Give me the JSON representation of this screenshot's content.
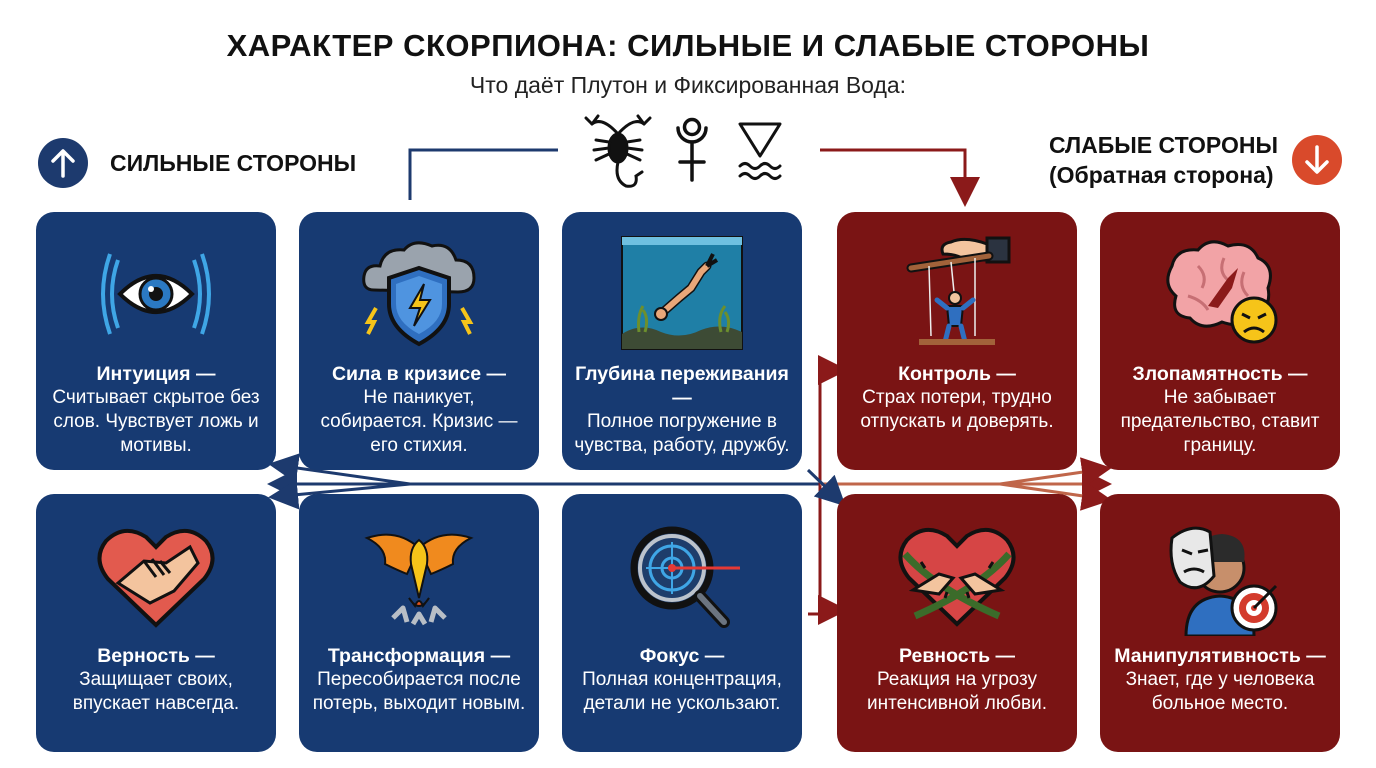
{
  "title": "ХАРАКТЕР СКОРПИОНА: СИЛЬНЫЕ И СЛАБЫЕ СТОРОНЫ",
  "subtitle": "Что даёт Плутон и Фиксированная Вода:",
  "strong": {
    "label": "СИЛЬНЫЕ СТОРОНЫ",
    "color": "#173a72",
    "cards": [
      {
        "icon": "eye-icon",
        "title": "Интуиция —",
        "desc": "Считывает скрытое без слов. Чувствует ложь и мотивы."
      },
      {
        "icon": "storm-shield-icon",
        "title": "Сила в кризисе —",
        "desc": "Не паникует, собирается. Кризис — его стихия."
      },
      {
        "icon": "diver-icon",
        "title": "Глубина переживания —",
        "desc": "Полное погружение в чувства, работу, дружбу."
      },
      {
        "icon": "heart-handshake-icon",
        "title": "Верность —",
        "desc": "Защищает своих, впускает навсегда."
      },
      {
        "icon": "phoenix-icon",
        "title": "Трансформация —",
        "desc": "Пересобирается после потерь, выходит новым."
      },
      {
        "icon": "magnifier-target-icon",
        "title": "Фокус —",
        "desc": "Полная концентрация, детали не ускользают."
      }
    ]
  },
  "weak": {
    "label_line1": "СЛАБЫЕ СТОРОНЫ",
    "label_line2": "(Обратная сторона)",
    "color": "#7a1414",
    "cards": [
      {
        "icon": "puppet-hand-icon",
        "title": "Контроль —",
        "desc": "Страх потери, трудно отпускать и доверять."
      },
      {
        "icon": "brain-angry-icon",
        "title": "Злопамятность —",
        "desc": "Не забывает предательство, ставит границу."
      },
      {
        "icon": "thorn-heart-icon",
        "title": "Ревность —",
        "desc": "Реакция на угрозу интенсивной любви."
      },
      {
        "icon": "mask-target-icon",
        "title": "Манипулятивность —",
        "desc": "Знает, где у человека больное место."
      }
    ]
  },
  "symbols": [
    "scorpion-icon",
    "pluto-icon",
    "water-icon"
  ],
  "accent_blue": "#1d3a6e",
  "accent_red": "#7a1414",
  "accent_orange": "#d94a2b"
}
